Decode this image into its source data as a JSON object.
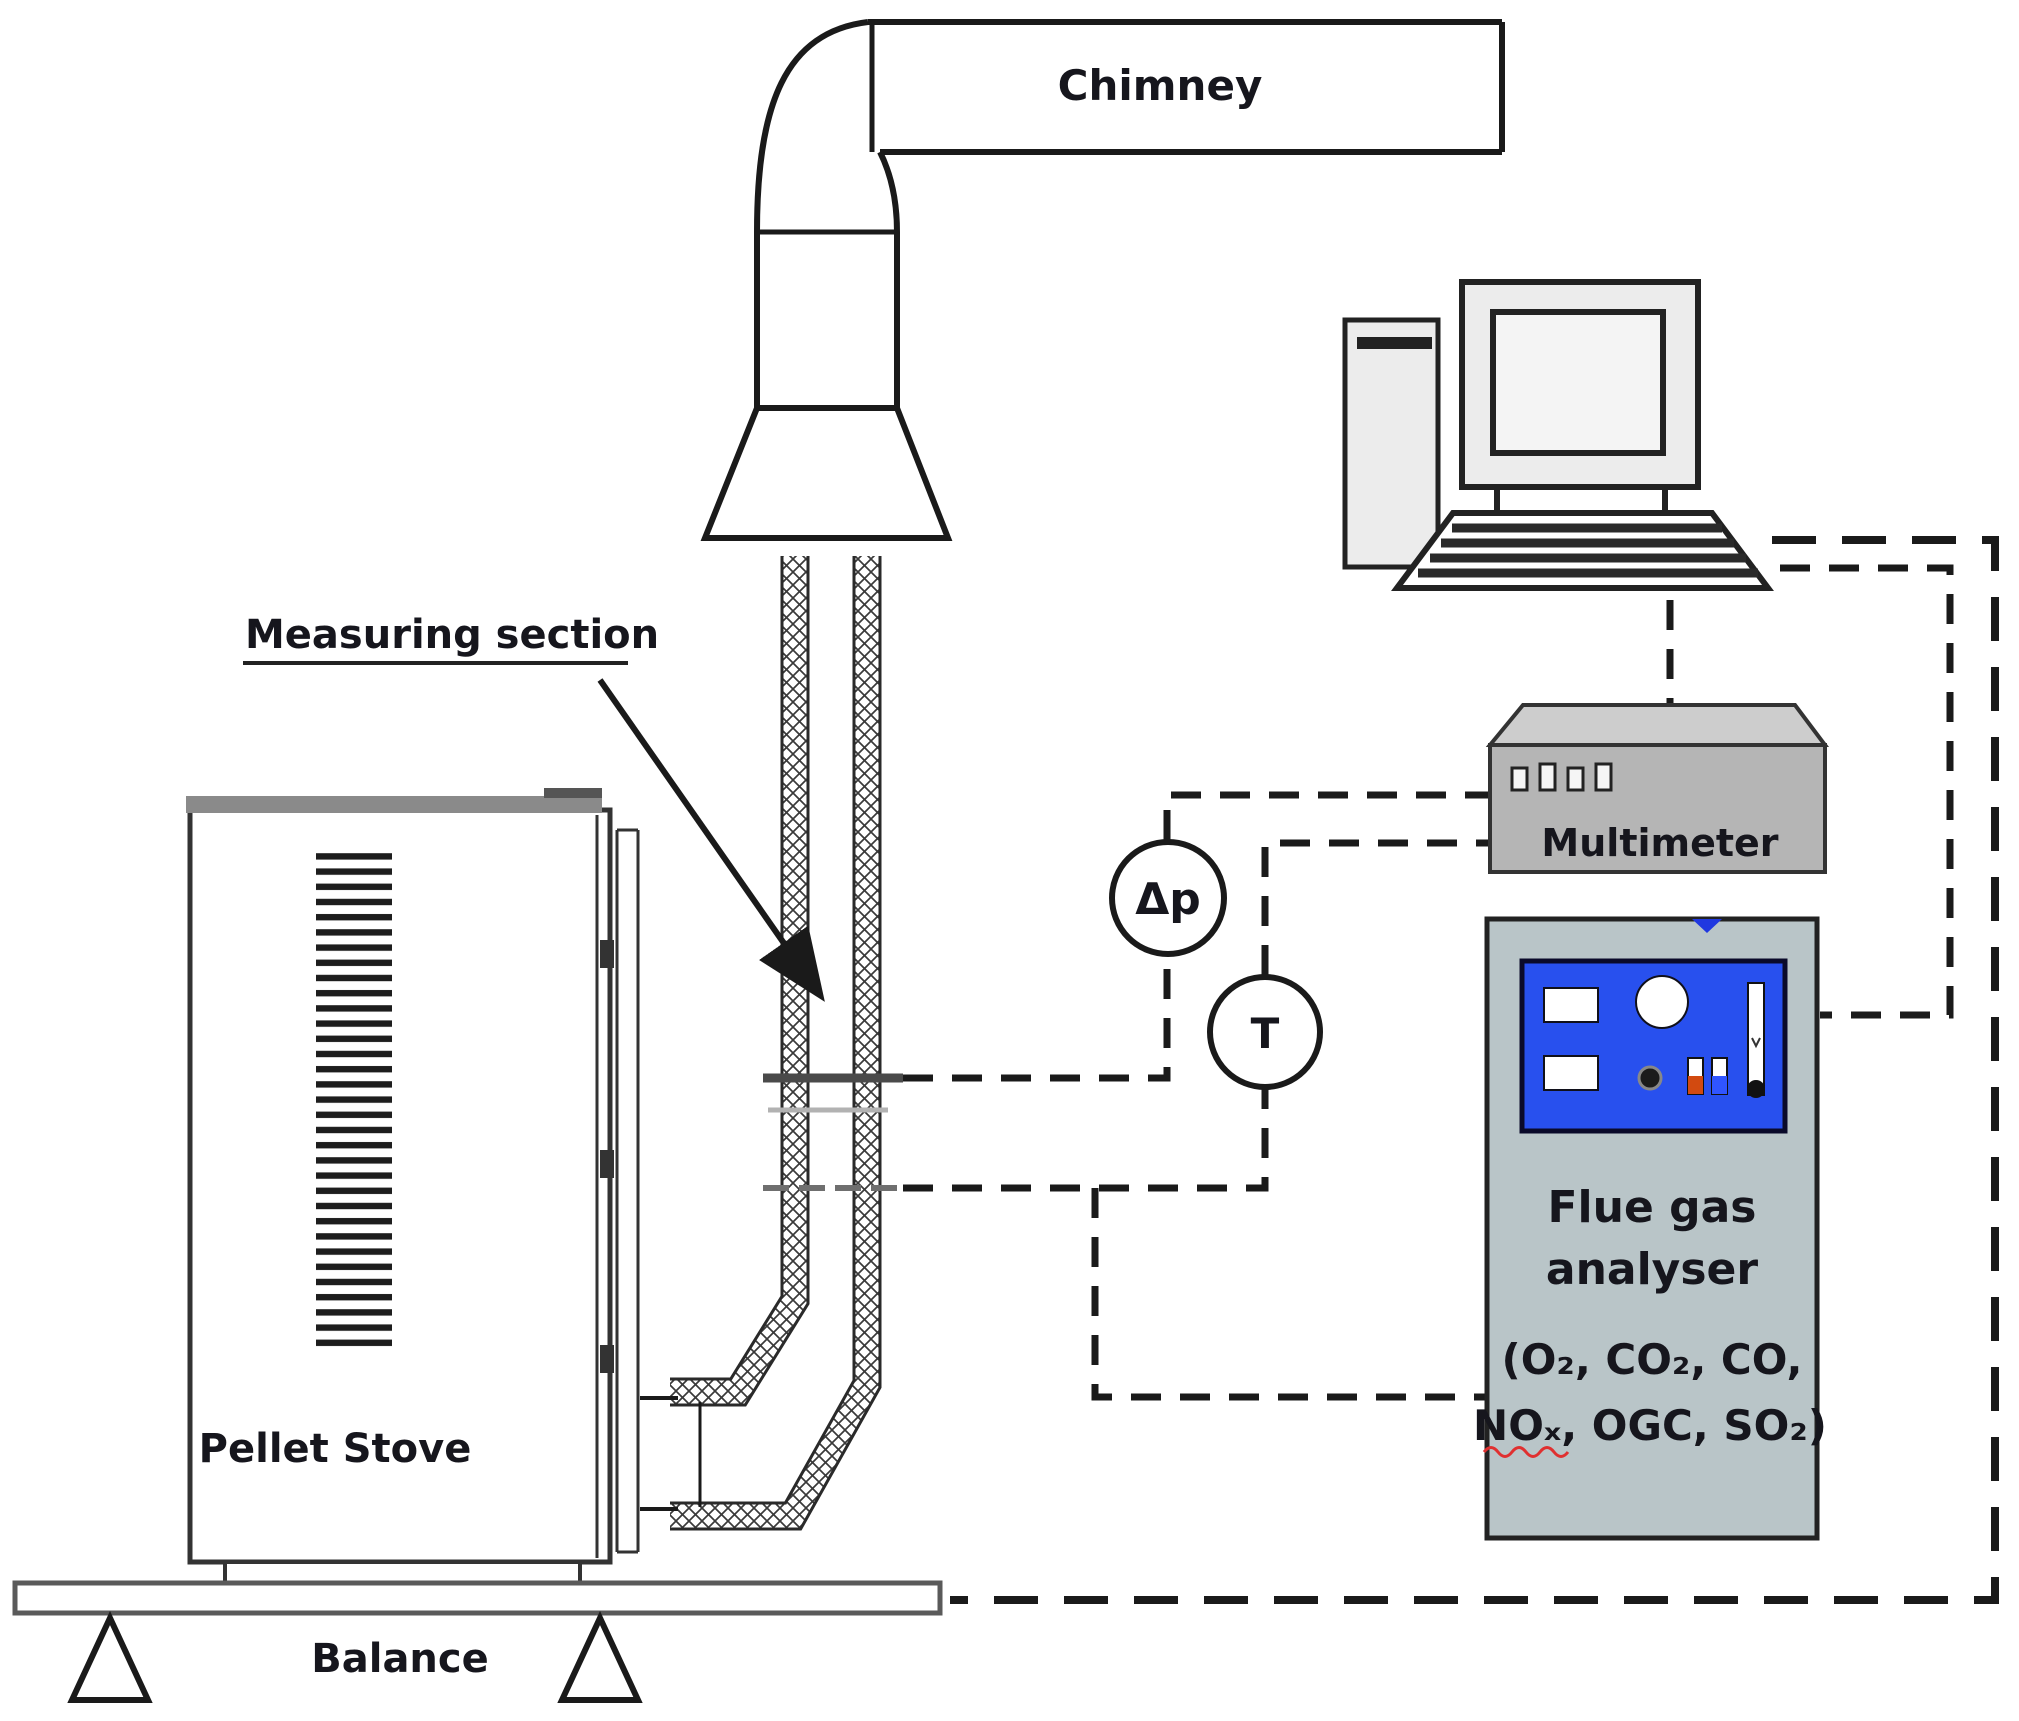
{
  "diagram": {
    "title": "Pellet stove test bench schematic",
    "labels": {
      "chimney": "Chimney",
      "measuring_section": "Measuring section",
      "pellet_stove": "Pellet Stove",
      "balance": "Balance",
      "multimeter": "Multimeter",
      "analyser_line1": "Flue gas",
      "analyser_line2": "analyser",
      "analyser_gases_line1": "(O₂, CO₂, CO,",
      "analyser_gases_line2": "NOₓ, OGC, SO₂)",
      "delta_p_sensor": "Δp",
      "temperature_sensor": "T"
    },
    "colors": {
      "line": "#1a1a1a",
      "multimeter_front": "#b5b5b5",
      "multimeter_top": "#cdcdcd",
      "analyser_cabinet": "#b9c5c8",
      "panel_blue": "#2850ee",
      "indicator_orange": "#d24a10",
      "stove_top_gray": "#8a8a8a",
      "computer_gray": "#ececec",
      "spellcheck_red": "#e03030"
    }
  }
}
